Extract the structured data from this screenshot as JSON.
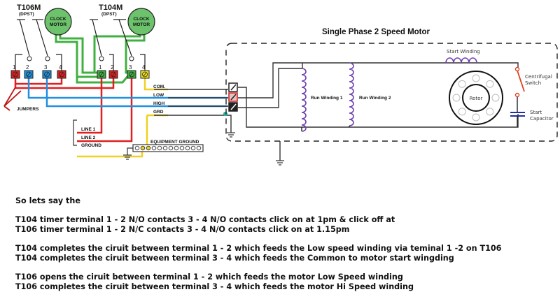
{
  "timers": [
    {
      "model": "T106M",
      "type": "(DPST)",
      "clock_label_1": "CLOCK",
      "clock_label_2": "MOTOR",
      "terminals": [
        {
          "num": "1",
          "color": "#e02020"
        },
        {
          "num": "2",
          "color": "#2090e0"
        },
        {
          "num": "3",
          "color": "#2090e0"
        },
        {
          "num": "4",
          "color": "#e02020"
        }
      ]
    },
    {
      "model": "T104M",
      "type": "(DPST)",
      "clock_label_1": "CLOCK",
      "clock_label_2": "MOTOR",
      "terminals": [
        {
          "num": "1",
          "color": "#40b040"
        },
        {
          "num": "2",
          "color": "#e02020"
        },
        {
          "num": "3",
          "color": "#40b040"
        },
        {
          "num": "4",
          "color": "#f0e020"
        }
      ]
    }
  ],
  "wire_labels": {
    "com": "COM.",
    "low": "LOW",
    "high": "HIGH",
    "grd": "GRD",
    "line1": "LINE 1",
    "line2": "LINE 2",
    "ground": "GROUND",
    "equipment_ground": "EQUIPMENT GROUND",
    "jumpers": "JUMPERS"
  },
  "motor": {
    "title": "Single Phase 2 Speed Motor",
    "start_winding": "Start Winding",
    "run_winding_1": "Run Winding 1",
    "run_winding_2": "Run Winding 2",
    "rotor": "Rotor",
    "centrifugal_switch_1": "Centrifugal",
    "centrifugal_switch_2": "Switch",
    "start_capacitor_1": "Start",
    "start_capacitor_2": "Capacitor"
  },
  "colors": {
    "red": "#e02020",
    "blue": "#2090e0",
    "green": "#40b040",
    "yellow": "#f0e020",
    "winding": "#7040b0",
    "capacitor": "#2030a0",
    "switch": "#e04020"
  },
  "notes": [
    "So lets say the",
    "",
    "T104 timer terminal 1 - 2 N/O contacts 3 - 4 N/O contacts click on at 1pm & click off at",
    "T106 timer terminal 1 - 2 N/C contacts 3 - 4 N/O contacts click on at 1.15pm",
    "",
    "T104 completes the ciruit between terminal 1 - 2 which feeds the Low speed winding via teminal 1 -2 on T106",
    "T104 completes the ciruit between terminal 3 - 4 which feeds the Common to motor start wingding",
    "",
    "T106 opens the ciruit between terminal 1 - 2 which feeds the motor Low Speed winding",
    "T106 completes the ciruit between terminal 3 - 4 which feeds the motor Hi Speed winding"
  ]
}
